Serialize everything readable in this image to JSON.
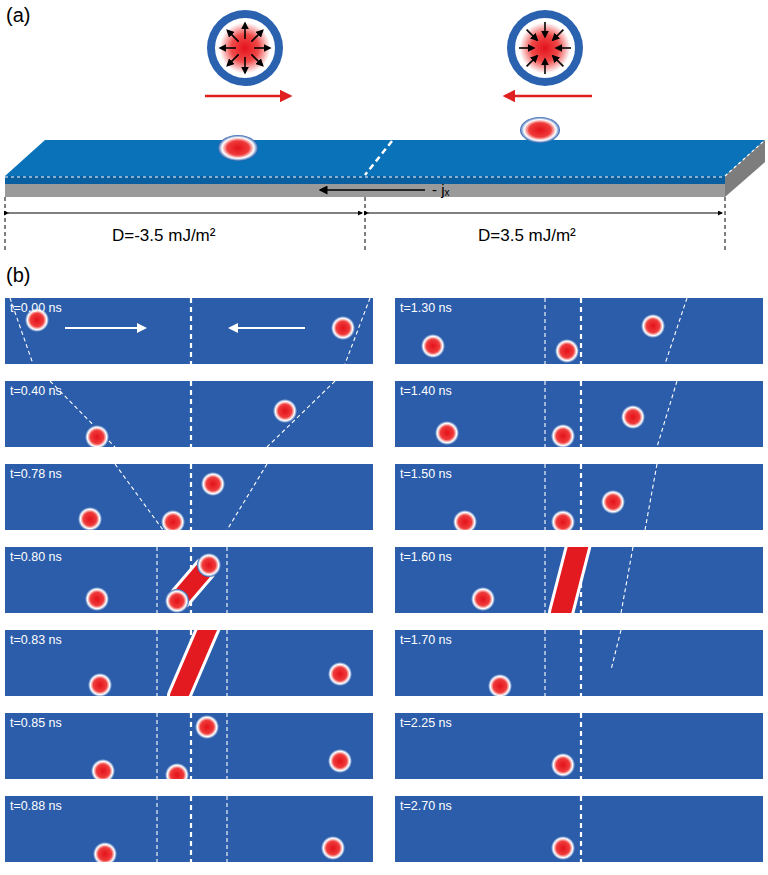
{
  "diagram": {
    "labels": [
      "(a)",
      "- jₓ",
      "D=-3.5 mJ/m²",
      "D=3.5 mJ/m²",
      "(b)",
      "t=0.00 ns",
      "t=0.40 ns",
      "t=0.78 ns",
      "t=0.80 ns",
      "t=0.83 ns",
      "t=0.85 ns",
      "t=0.88 ns",
      "t=1.30 ns",
      "t=1.40 ns",
      "t=1.50 ns",
      "t=1.60 ns",
      "t=1.70 ns",
      "t=2.25 ns",
      "t=2.70 ns"
    ]
  }
}
